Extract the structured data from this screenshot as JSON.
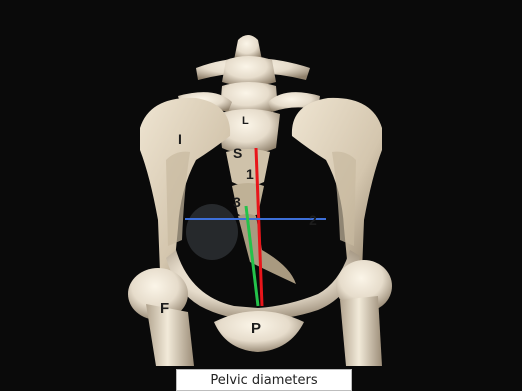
{
  "figure": {
    "labels": {
      "l": "L",
      "i": "I",
      "s": "S",
      "one": "1",
      "two": "2",
      "three": "3",
      "f": "F",
      "p": "P"
    },
    "lines": {
      "red": "#e8151a",
      "blue": "#3d6fd8",
      "green": "#24c24a"
    },
    "colors": {
      "background": "#0a0a0a",
      "bone": "#e6dccb",
      "bone_shadow": "#8f806b"
    }
  },
  "caption": "Pelvic diameters"
}
